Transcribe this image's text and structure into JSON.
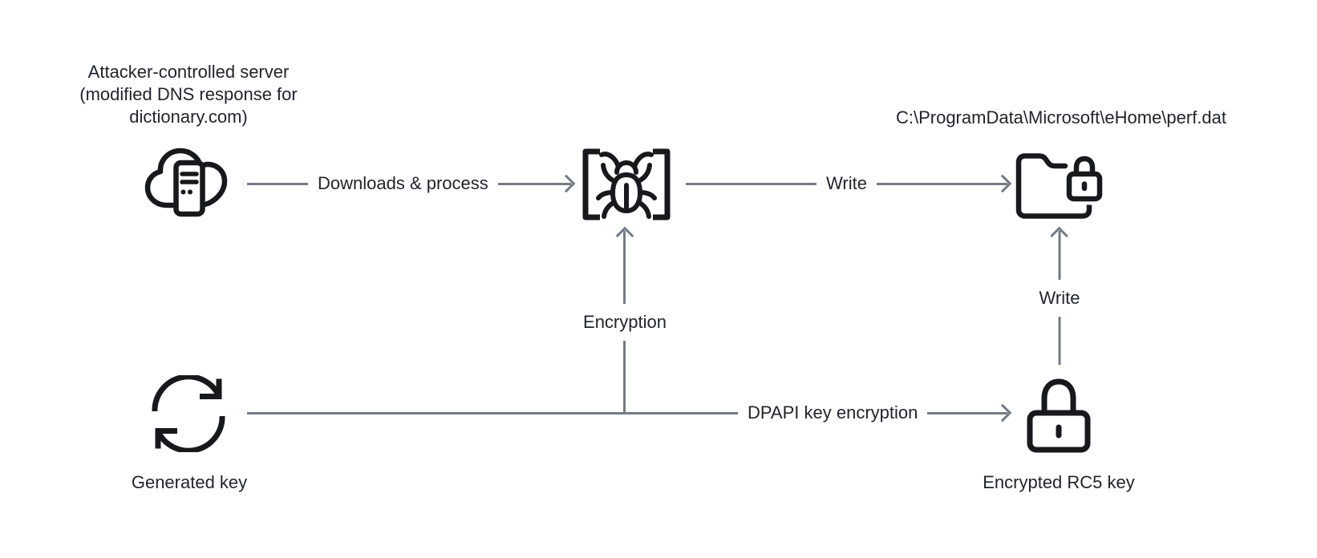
{
  "palette": {
    "background": "#ffffff",
    "line_color": "#747b85",
    "icon_color": "#17191d",
    "text_color": "#1f232b"
  },
  "nodes": {
    "attacker_server": {
      "label": "Attacker-controlled server\n(modified DNS response for\ndictionary.com)",
      "icon": "cloud-server-icon"
    },
    "implant": {
      "icon": "bug-in-brackets-icon"
    },
    "target_file": {
      "label": "C:\\ProgramData\\Microsoft\\eHome\\perf.dat",
      "icon": "locked-folder-icon"
    },
    "generated_key": {
      "label": "Generated key",
      "icon": "sync-arrows-icon"
    },
    "encrypted_key": {
      "label": "Encrypted RC5 key",
      "icon": "padlock-icon"
    }
  },
  "edges": {
    "downloads": {
      "label": "Downloads & process",
      "from": "attacker_server",
      "to": "implant"
    },
    "write_file": {
      "label": "Write",
      "from": "implant",
      "to": "target_file"
    },
    "encryption": {
      "label": "Encryption",
      "from": "generated_key",
      "to": "implant"
    },
    "dpapi": {
      "label": "DPAPI key encryption",
      "from": "generated_key",
      "to": "encrypted_key"
    },
    "write_key": {
      "label": "Write",
      "from": "encrypted_key",
      "to": "target_file"
    }
  }
}
